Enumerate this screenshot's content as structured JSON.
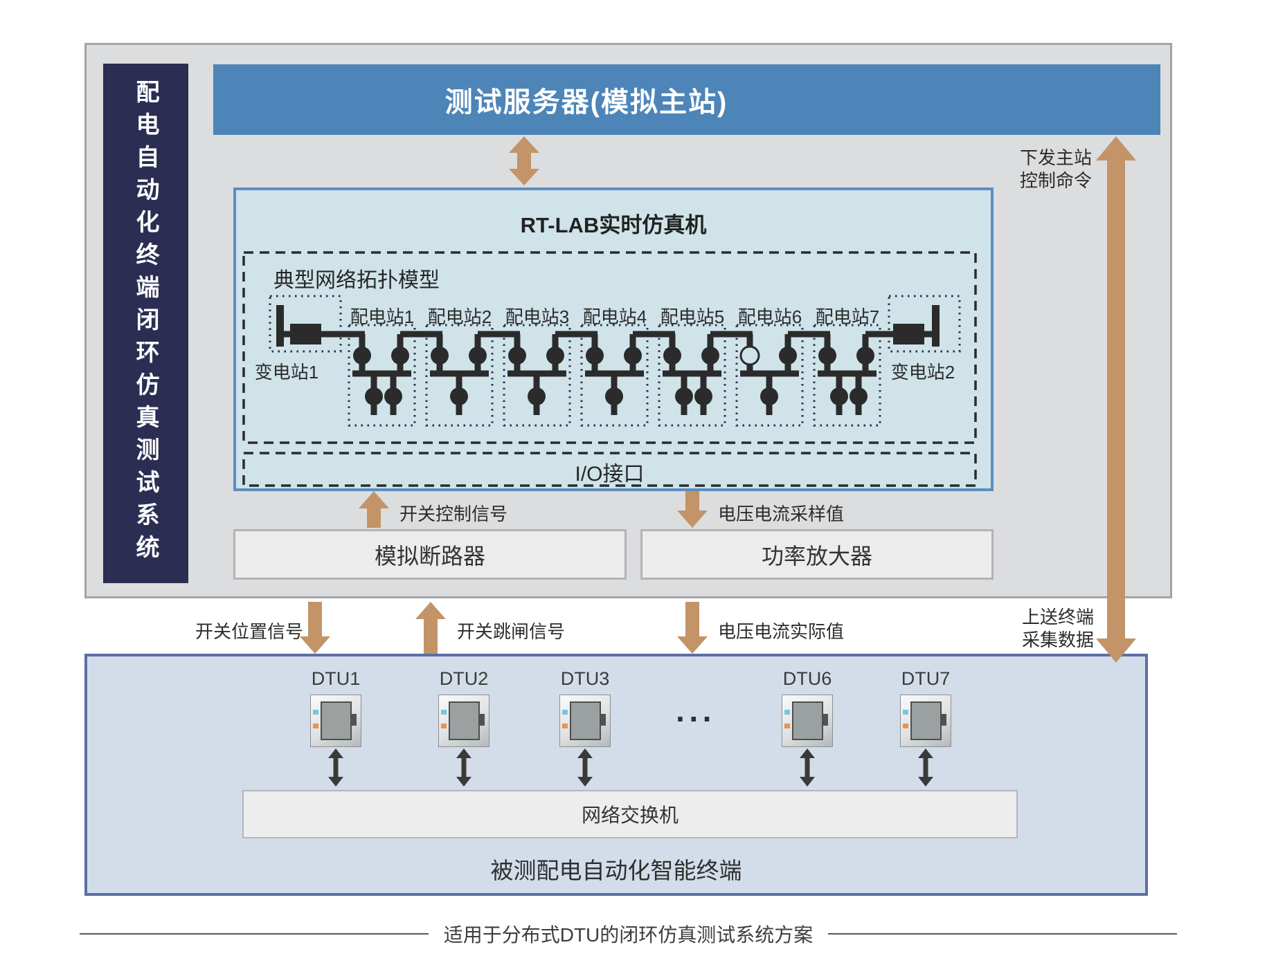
{
  "sidebar": {
    "title": "配电自动化终端闭环仿真测试系统"
  },
  "server_banner": {
    "label": "测试服务器(模拟主站)"
  },
  "rtlab": {
    "title": "RT-LAB实时仿真机",
    "io_label": "I/O接口",
    "topology": {
      "title": "典型网络拓扑模型",
      "substation1": "变电站1",
      "substation2": "变电站2",
      "stations": [
        "配电站1",
        "配电站2",
        "配电站3",
        "配电站4",
        "配电站5",
        "配电站6",
        "配电站7"
      ],
      "station_feeder_counts": [
        2,
        1,
        1,
        1,
        2,
        1,
        2
      ],
      "open_switch_station": "配电站6"
    }
  },
  "middle_boxes": {
    "breaker": "模拟断路器",
    "amplifier": "功率放大器"
  },
  "signals": {
    "switch_control": "开关控制信号",
    "vi_sample": "电压电流采样值",
    "switch_position": "开关位置信号",
    "switch_trip": "开关跳闸信号",
    "vi_actual": "电压电流实际值",
    "master_cmd_line1": "下发主站",
    "master_cmd_line2": "控制命令",
    "terminal_up_line1": "上送终端",
    "terminal_up_line2": "采集数据"
  },
  "terminals": {
    "dtus": [
      "DTU1",
      "DTU2",
      "DTU3",
      "DTU6",
      "DTU7"
    ],
    "ellipsis": "···",
    "switch_label": "网络交换机",
    "box_label": "被测配电自动化智能终端"
  },
  "caption": "适用于分布式DTU的闭环仿真测试系统方案",
  "colors": {
    "navy": "#2b2e52",
    "banner-blue": "#4d85b8",
    "rtlab-fill": "#cfe3e9",
    "rtlab-border": "#5a8ec2",
    "arrow-tan": "#c29468",
    "outer-fill": "#dcddde",
    "outer-border": "#a3a3a9",
    "box-gray-fill": "#ececec",
    "box-gray-border": "#b3b3b6",
    "bottom-fill": "#d3dde9",
    "bottom-border": "#5a6fa8",
    "line-dark": "#2b2b2b"
  }
}
